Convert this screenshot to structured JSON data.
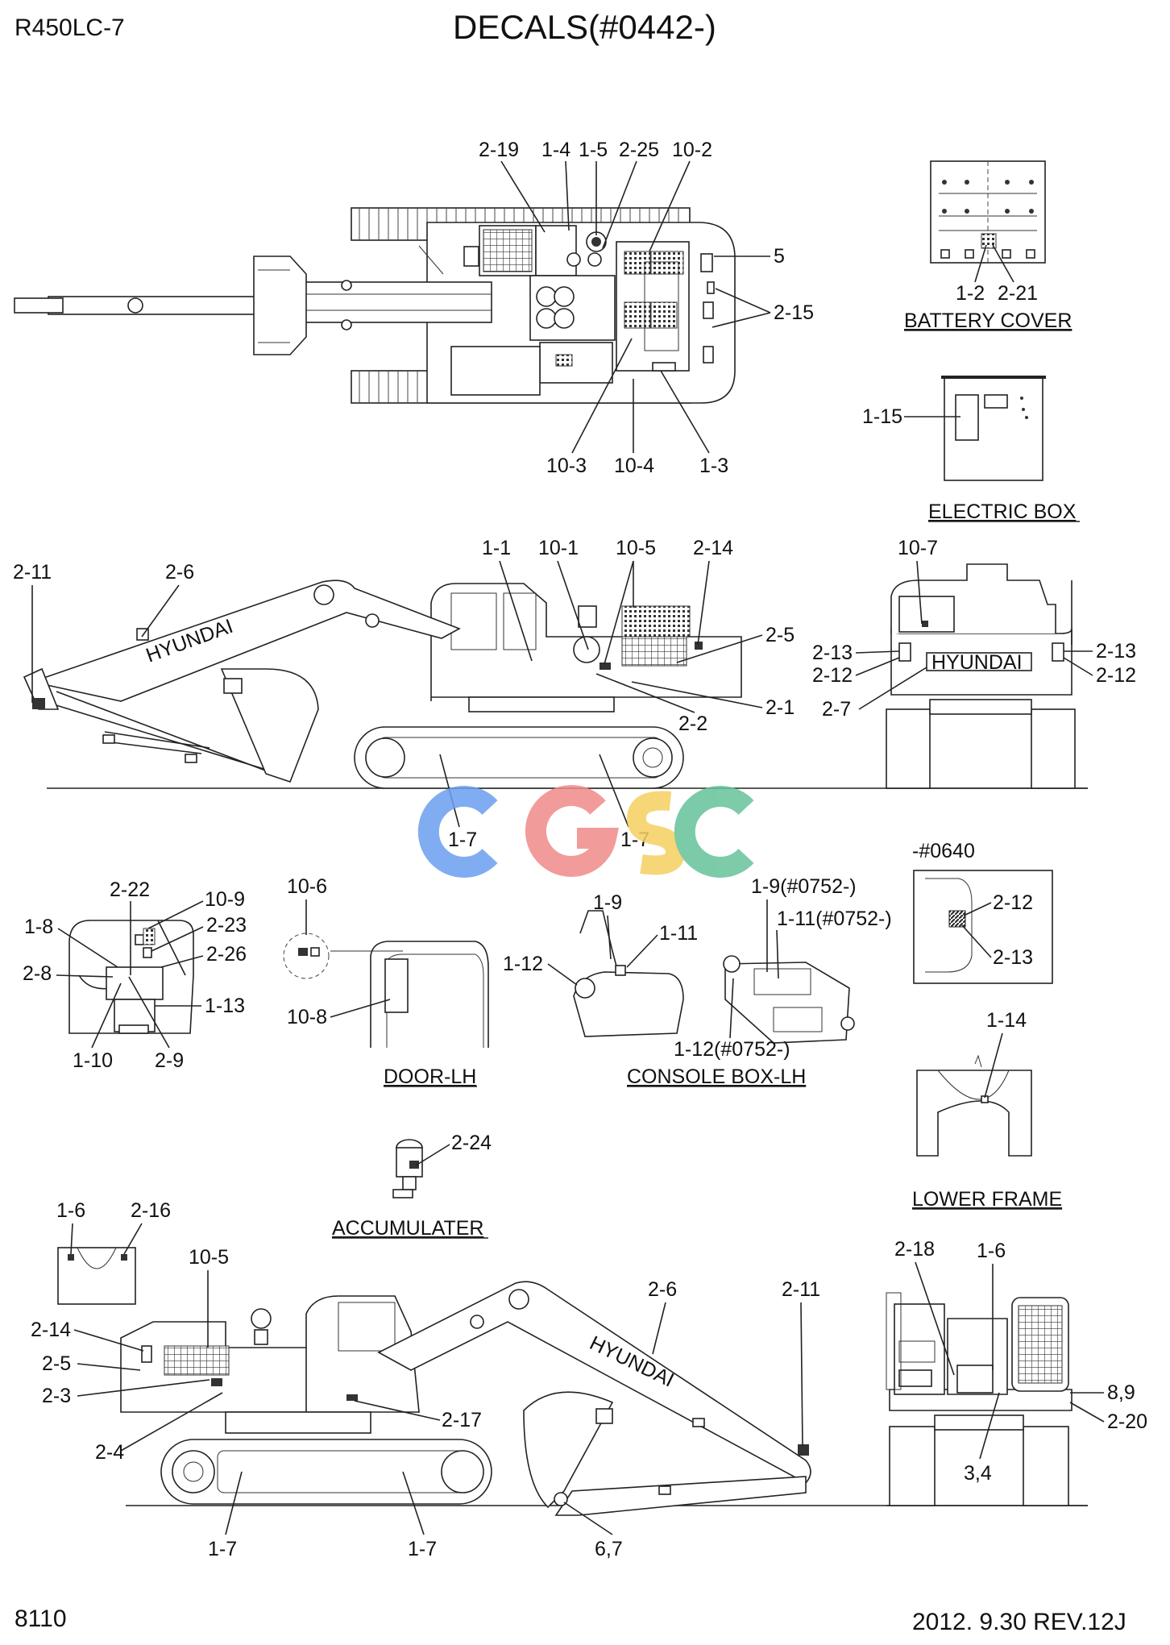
{
  "header": {
    "model": "R450LC-7",
    "title": "DECALS(#0442-)"
  },
  "footer": {
    "page": "8110",
    "revision": "2012. 9.30  REV.12J"
  },
  "watermark": {
    "text": "CGSC",
    "colors": [
      "#6b9ff0",
      "#f08a8a",
      "#f5d060",
      "#66c29a"
    ]
  },
  "captions": {
    "battery_cover": "BATTERY COVER",
    "electric_box": "ELECTRIC BOX",
    "door_lh": "DOOR-LH",
    "console_box_lh": "CONSOLE BOX-LH",
    "accumulater": "ACCUMULATER",
    "lower_frame": "LOWER FRAME",
    "serial_note": "-#0640"
  },
  "brand_text": "HYUNDAI",
  "labels": {
    "top_view": [
      "2-19",
      "1-4",
      "1-5",
      "2-25",
      "10-2",
      "5",
      "2-15",
      "10-3",
      "10-4",
      "1-3"
    ],
    "battery_cover": [
      "1-2",
      "2-21"
    ],
    "electric_box": [
      "1-15"
    ],
    "side_view_lh": [
      "2-11",
      "2-6",
      "1-1",
      "10-1",
      "10-5",
      "2-14",
      "2-5",
      "2-1",
      "2-2",
      "1-7",
      "1-7"
    ],
    "rear_view": [
      "10-7",
      "2-13",
      "2-12",
      "2-7",
      "2-13",
      "2-12"
    ],
    "cab_interior": [
      "2-22",
      "10-9",
      "2-23",
      "1-8",
      "2-26",
      "2-8",
      "1-13",
      "1-10",
      "2-9"
    ],
    "door_lh": [
      "10-6",
      "10-8"
    ],
    "console_box": [
      "1-9",
      "1-11",
      "1-12",
      "1-9(#0752-)",
      "1-11(#0752-)",
      "1-12(#0752-)"
    ],
    "serial_note": [
      "2-12",
      "2-13"
    ],
    "lower_frame": [
      "1-14"
    ],
    "accumulater": [
      "2-24"
    ],
    "small_panel": [
      "1-6",
      "2-16"
    ],
    "side_view_rh": [
      "10-5",
      "2-14",
      "2-5",
      "2-3",
      "2-4",
      "2-17",
      "2-6",
      "2-11",
      "1-7",
      "1-7",
      "6,7"
    ],
    "front_view": [
      "2-18",
      "1-6",
      "8,9",
      "2-20",
      "3,4"
    ]
  }
}
